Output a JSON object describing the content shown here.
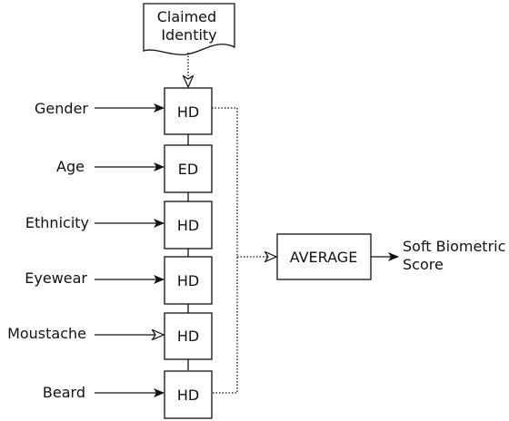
{
  "document": {
    "label": "Claimed\nIdentity"
  },
  "inputs": [
    {
      "label": "Gender",
      "block": "HD"
    },
    {
      "label": "Age",
      "block": "ED"
    },
    {
      "label": "Ethnicity",
      "block": "HD"
    },
    {
      "label": "Eyewear",
      "block": "HD"
    },
    {
      "label": "Moustache",
      "block": "HD"
    },
    {
      "label": "Beard",
      "block": "HD"
    }
  ],
  "aggregator": {
    "label": "AVERAGE"
  },
  "output": {
    "label": "Soft Biometric\nScore"
  }
}
